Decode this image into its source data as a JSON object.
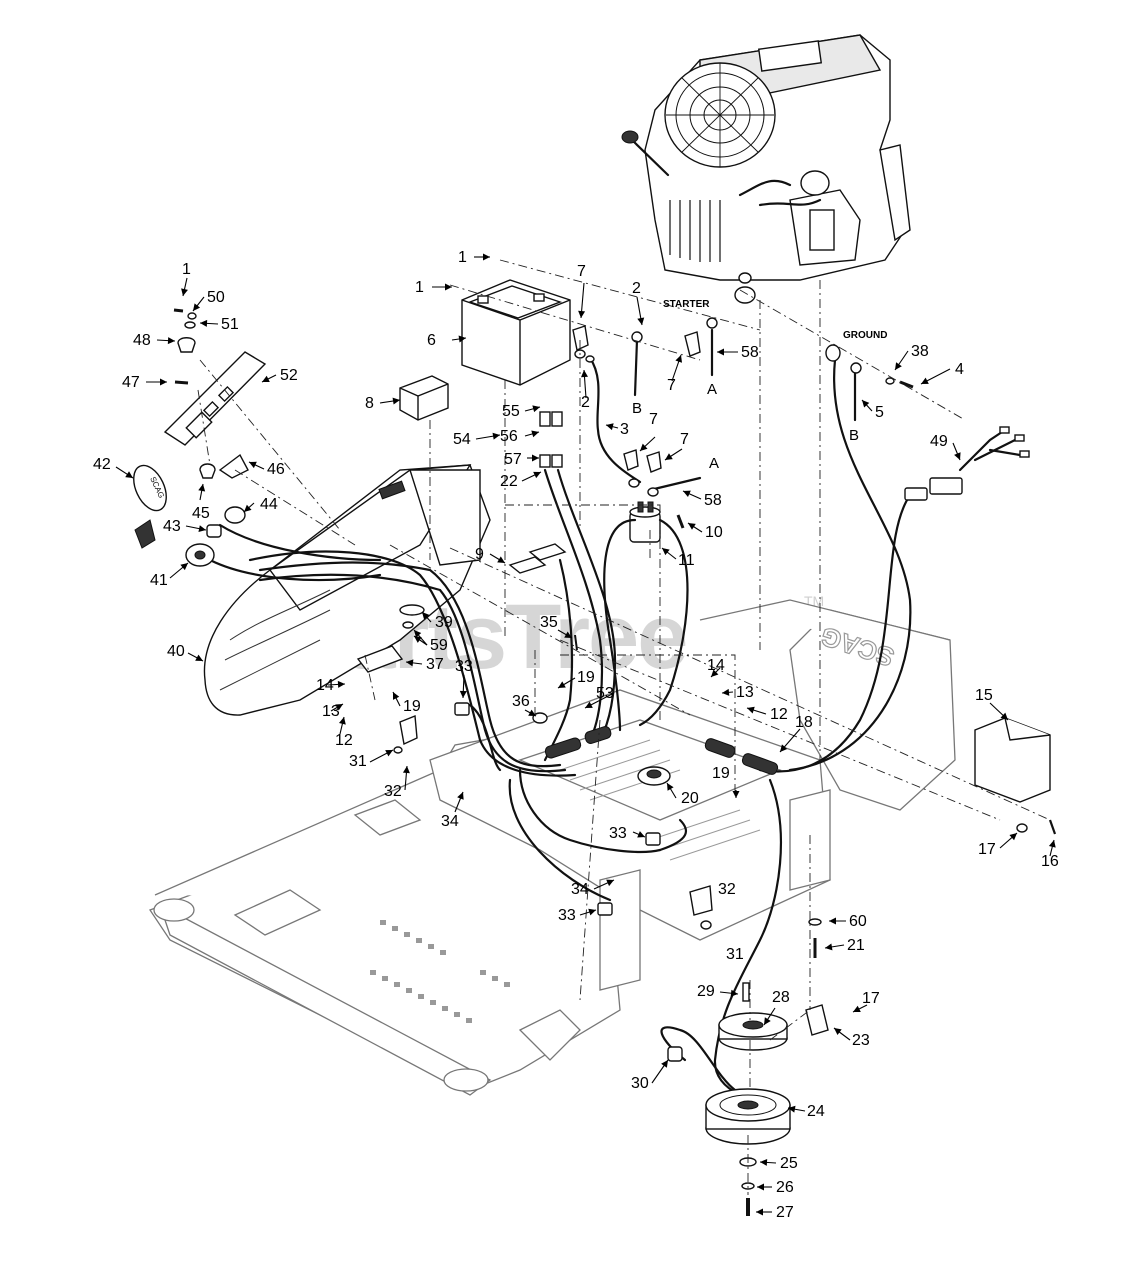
{
  "watermark": {
    "text": "PartsTree",
    "tm": "TM"
  },
  "labels": {
    "starter": "STARTER",
    "ground": "GROUND",
    "decal": "SCAG"
  },
  "connectors": {
    "a1": "A",
    "a2": "A",
    "b1": "B",
    "b2": "B"
  },
  "callouts": {
    "c1a": "1",
    "c1b": "1",
    "c1c": "1",
    "c2a": "2",
    "c2b": "2",
    "c3": "3",
    "c4": "4",
    "c5": "5",
    "c6": "6",
    "c7a": "7",
    "c7b": "7",
    "c7c": "7",
    "c7d": "7",
    "c8": "8",
    "c9": "9",
    "c10": "10",
    "c11": "11",
    "c12a": "12",
    "c12b": "12",
    "c13a": "13",
    "c13b": "13",
    "c14a": "14",
    "c14b": "14",
    "c15": "15",
    "c16": "16",
    "c17a": "17",
    "c17b": "17",
    "c18": "18",
    "c19a": "19",
    "c19b": "19",
    "c19c": "19",
    "c20": "20",
    "c21": "21",
    "c22": "22",
    "c23": "23",
    "c24": "24",
    "c25": "25",
    "c26": "26",
    "c27": "27",
    "c28": "28",
    "c29": "29",
    "c30": "30",
    "c31a": "31",
    "c31b": "31",
    "c32a": "32",
    "c32b": "32",
    "c33a": "33",
    "c33b": "33",
    "c33c": "33",
    "c34a": "34",
    "c34b": "34",
    "c35": "35",
    "c36": "36",
    "c37": "37",
    "c38": "38",
    "c39": "39",
    "c40": "40",
    "c41": "41",
    "c42": "42",
    "c43": "43",
    "c44": "44",
    "c45": "45",
    "c46": "46",
    "c47": "47",
    "c48": "48",
    "c49": "49",
    "c50": "50",
    "c51": "51",
    "c52": "52",
    "c53": "53",
    "c54": "54",
    "c55": "55",
    "c56": "56",
    "c57": "57",
    "c58a": "58",
    "c58b": "58",
    "c59": "59",
    "c60": "60"
  }
}
